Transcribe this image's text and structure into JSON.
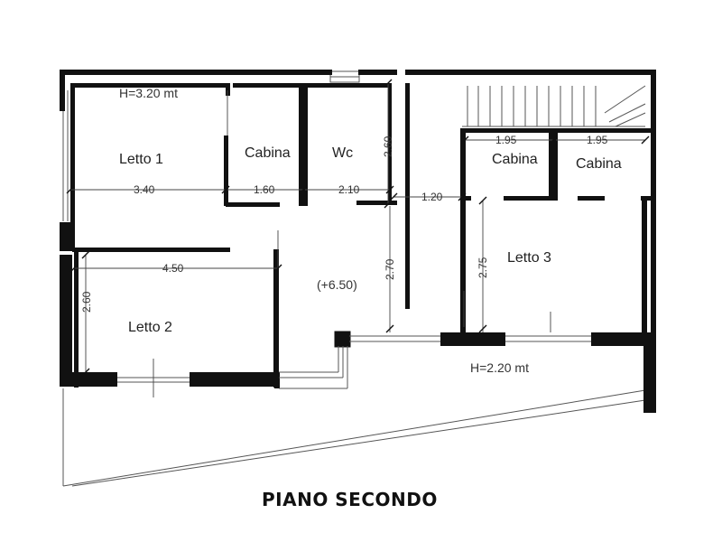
{
  "floor_plan": {
    "title": "PIANO SECONDO",
    "ceiling_heights": {
      "main": "H=3.20 mt",
      "lower": "H=2.20 mt"
    },
    "floor_level": "(+6.50)",
    "rooms": {
      "letto_1": "Letto 1",
      "cabina_1": "Cabina",
      "wc": "Wc",
      "letto_2": "Letto 2",
      "letto_3": "Letto 3",
      "cabina_2": "Cabina",
      "cabina_3": "Cabina"
    },
    "dimensions": {
      "letto1_width": "3.40",
      "cabina1_width": "1.60",
      "wc_width": "2.10",
      "wc_height": "2.60",
      "corridor_width": "1.20",
      "letto2_width": "4.50",
      "letto2_height": "2.60",
      "hall_height": "2.70",
      "letto3_height": "2.75",
      "cabina2_width": "1.95",
      "cabina3_width": "1.95"
    }
  }
}
